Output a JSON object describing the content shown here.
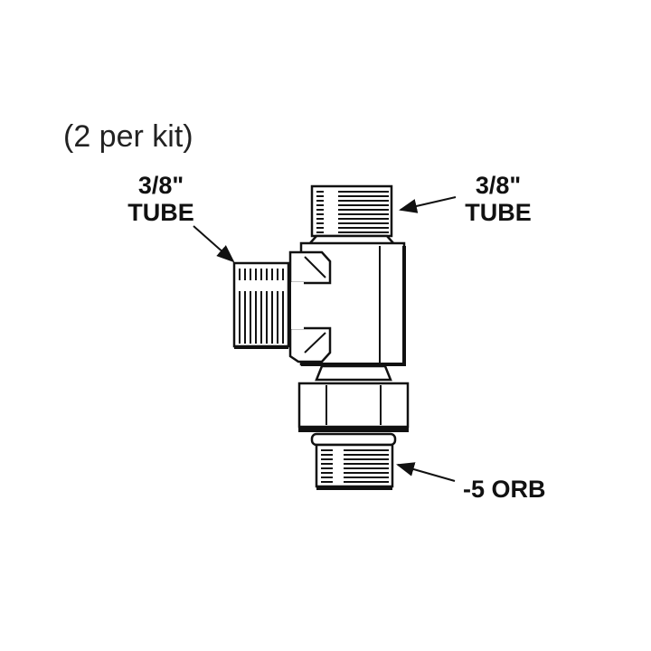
{
  "note": "(2 per kit)",
  "labels": {
    "left_port": {
      "line1": "3/8\"",
      "line2": "TUBE"
    },
    "top_port": {
      "line1": "3/8\"",
      "line2": "TUBE"
    },
    "bottom_port": {
      "line1": "-5 ORB"
    }
  },
  "colors": {
    "ink": "#111111",
    "background": "#ffffff"
  }
}
